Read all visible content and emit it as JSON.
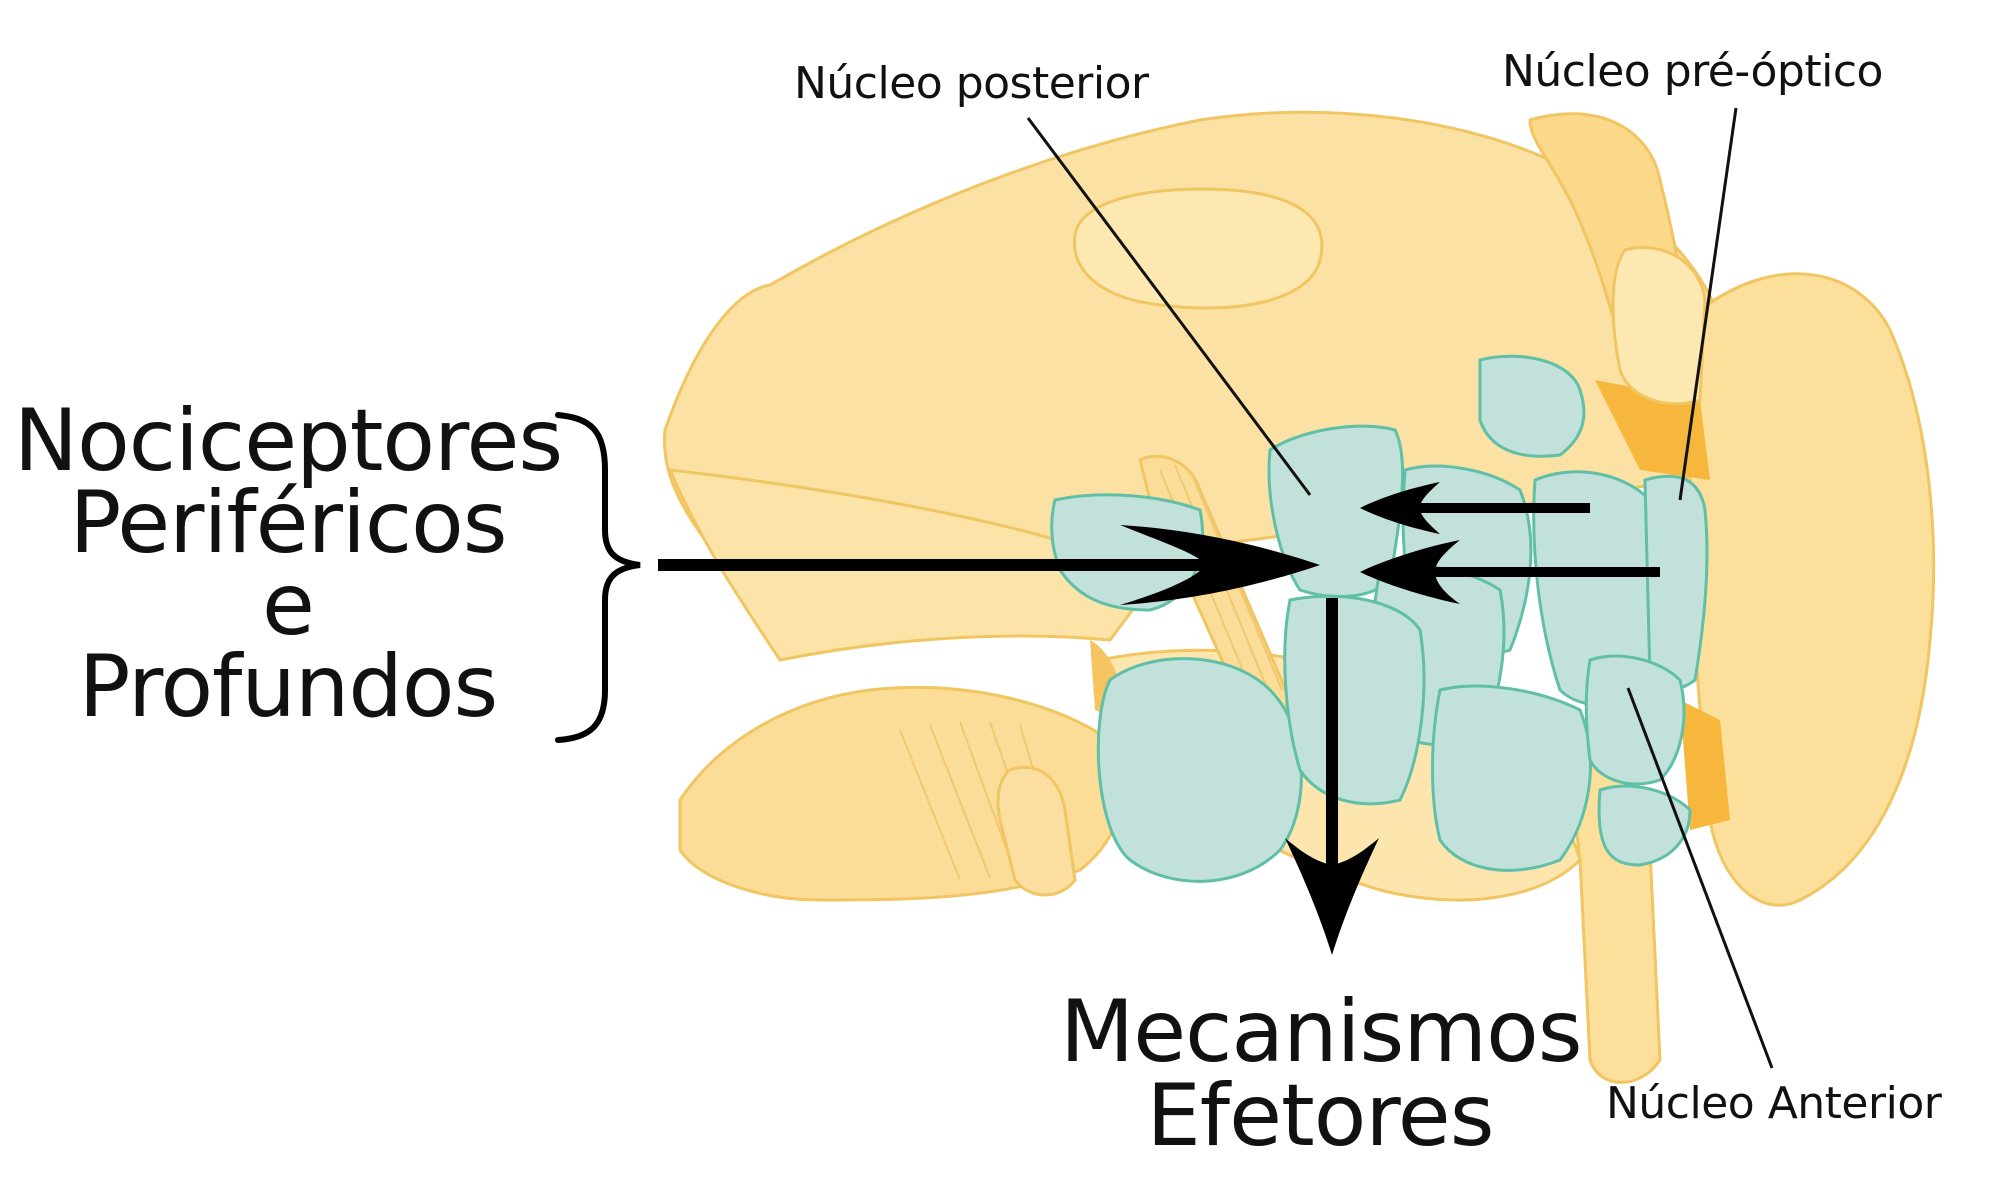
{
  "labels": {
    "nucleo_posterior": "Núcleo posterior",
    "nucleo_preoptico": "Núcleo pré-óptico",
    "nucleo_anterior": "Núcleo Anterior",
    "nociceptores": [
      "Nociceptores",
      "Periféricos",
      "e",
      "Profundos"
    ],
    "mecanismos": [
      "Mecanismos",
      "Efetores"
    ]
  },
  "colors": {
    "brain_fill": "#fbe2a4",
    "brain_stroke": "#f1c562",
    "nucleus_fill": "#c3e1db",
    "nucleus_stroke": "#5fbfa7",
    "accent_orange": "#f6b73c",
    "arrow": "#000000"
  }
}
